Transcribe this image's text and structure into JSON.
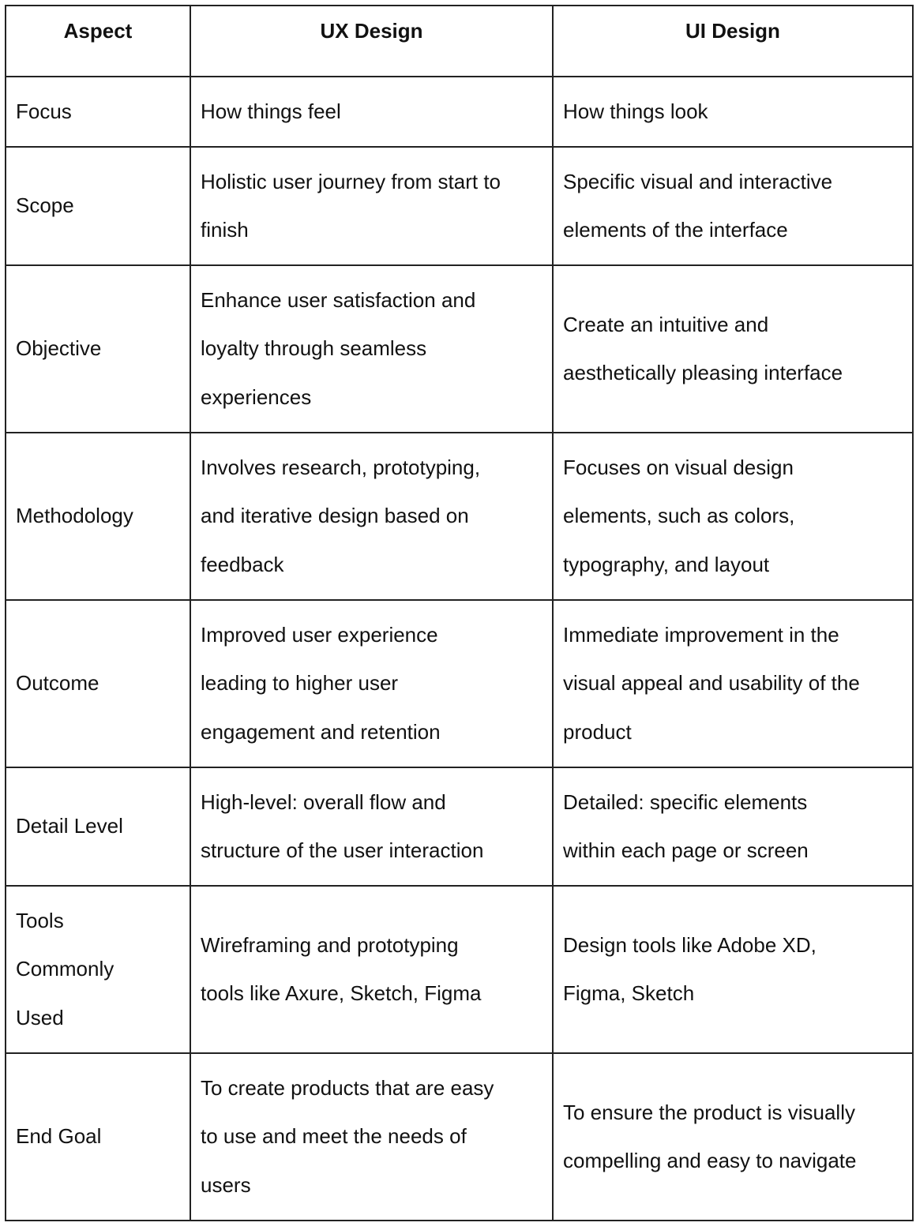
{
  "table": {
    "headers": [
      "Aspect",
      "UX Design",
      "UI Design"
    ],
    "rows": [
      {
        "aspect": [
          "Focus"
        ],
        "ux": [
          "How things feel"
        ],
        "ui": [
          "How things look"
        ]
      },
      {
        "aspect": [
          "Scope"
        ],
        "ux": [
          "Holistic user journey from start to",
          "finish"
        ],
        "ui": [
          "Specific visual and interactive",
          "elements of the interface"
        ]
      },
      {
        "aspect": [
          "Objective"
        ],
        "ux": [
          "Enhance user satisfaction and",
          "loyalty through seamless",
          "experiences"
        ],
        "ui": [
          "Create an intuitive and",
          "aesthetically pleasing interface"
        ]
      },
      {
        "aspect": [
          "Methodology"
        ],
        "ux": [
          "Involves research, prototyping,",
          "and iterative design based on",
          "feedback"
        ],
        "ui": [
          "Focuses on visual design",
          "elements, such as colors,",
          "typography, and layout"
        ]
      },
      {
        "aspect": [
          "Outcome"
        ],
        "ux": [
          "Improved user experience",
          "leading to higher user",
          "engagement and retention"
        ],
        "ui": [
          "Immediate improvement in the",
          "visual appeal and usability of the",
          "product"
        ]
      },
      {
        "aspect": [
          "Detail Level"
        ],
        "ux": [
          "High-level: overall flow and",
          "structure of the user interaction"
        ],
        "ui": [
          "Detailed: specific elements",
          "within each page or screen"
        ]
      },
      {
        "aspect": [
          "Tools",
          "Commonly",
          "Used"
        ],
        "ux": [
          "Wireframing and prototyping",
          "tools like Axure, Sketch, Figma"
        ],
        "ui": [
          "Design tools like Adobe XD,",
          "Figma, Sketch"
        ]
      },
      {
        "aspect": [
          "End Goal"
        ],
        "ux": [
          "To create products that are easy",
          "to use and meet the needs of",
          "users"
        ],
        "ui": [
          "To ensure the product is visually",
          "compelling and easy to navigate"
        ]
      }
    ]
  }
}
